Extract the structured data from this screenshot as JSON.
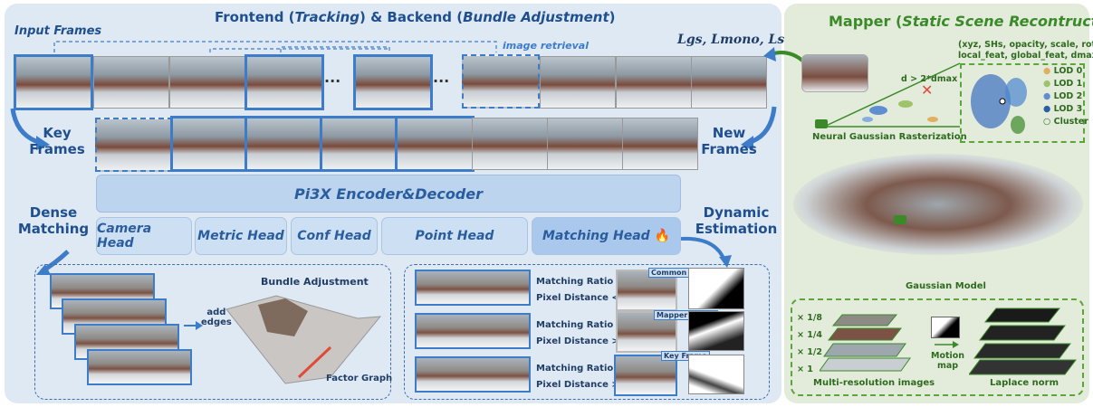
{
  "frontend": {
    "title_prefix": "Frontend (",
    "title_tracking": "Tracking",
    "title_mid": ") & Backend (",
    "title_ba": "Bundle Adjustment",
    "title_suffix": ")",
    "input_frames": "Input Frames",
    "image_retrieval": "image retrieval",
    "losses": "Lgs, Lmono, Lscale",
    "key_frames": "Key\nFrames",
    "new_frames": "New\nFrames",
    "ellipsis": "···",
    "encoder": "Pi3X Encoder&Decoder",
    "dense_matching": "Dense\nMatching",
    "dynamic_estimation": "Dynamic\nEstimation",
    "heads": [
      "Camera Head",
      "Metric Head",
      "Conf Head",
      "Point Head",
      "Matching Head"
    ],
    "fire_icon": "🔥",
    "add_edges": "add\nedges",
    "bundle_adjustment": "Bundle Adjustment",
    "factor_graph": "Factor Graph",
    "matching": [
      {
        "ratio": "Matching Ratio < τk",
        "dist": "Pixel Distance < τm",
        "tag": "Common Frame"
      },
      {
        "ratio": "Matching Ratio < τk",
        "dist": "Pixel Distance > τm",
        "tag": "Mapper Frame"
      },
      {
        "ratio": "Matching Ratio > τk",
        "dist": "Pixel Distance > τm",
        "tag": "Key Frame"
      }
    ]
  },
  "mapper": {
    "title_prefix": "Mapper (",
    "title_italic": "Static Scene  Recontruction",
    "title_suffix": ")",
    "attributes": "(xyz, SHs, opacity, scale, rotation,\nlocal_feat, global_feat, dmax)",
    "dmax": "d > 2*dmax",
    "rasterization": "Neural Gaussian Rasterization",
    "lods": [
      "LOD 0",
      "LOD 1",
      "LOD 2",
      "LOD 3"
    ],
    "cluster": "Cluster",
    "gaussian_model": "Gaussian Model",
    "scales": [
      "× 1/8",
      "× 1/4",
      "× 1/2",
      "× 1"
    ],
    "motion_map": "Motion\nmap",
    "multi_res": "Multi-resolution images",
    "laplace": "Laplace norm"
  },
  "colors": {
    "accent_blue": "#3d7cc9",
    "title_blue": "#1f4f8f",
    "mapper_green": "#3b8a2a",
    "left_panel": "#dfe9f4",
    "right_panel": "#e3ecdb"
  }
}
